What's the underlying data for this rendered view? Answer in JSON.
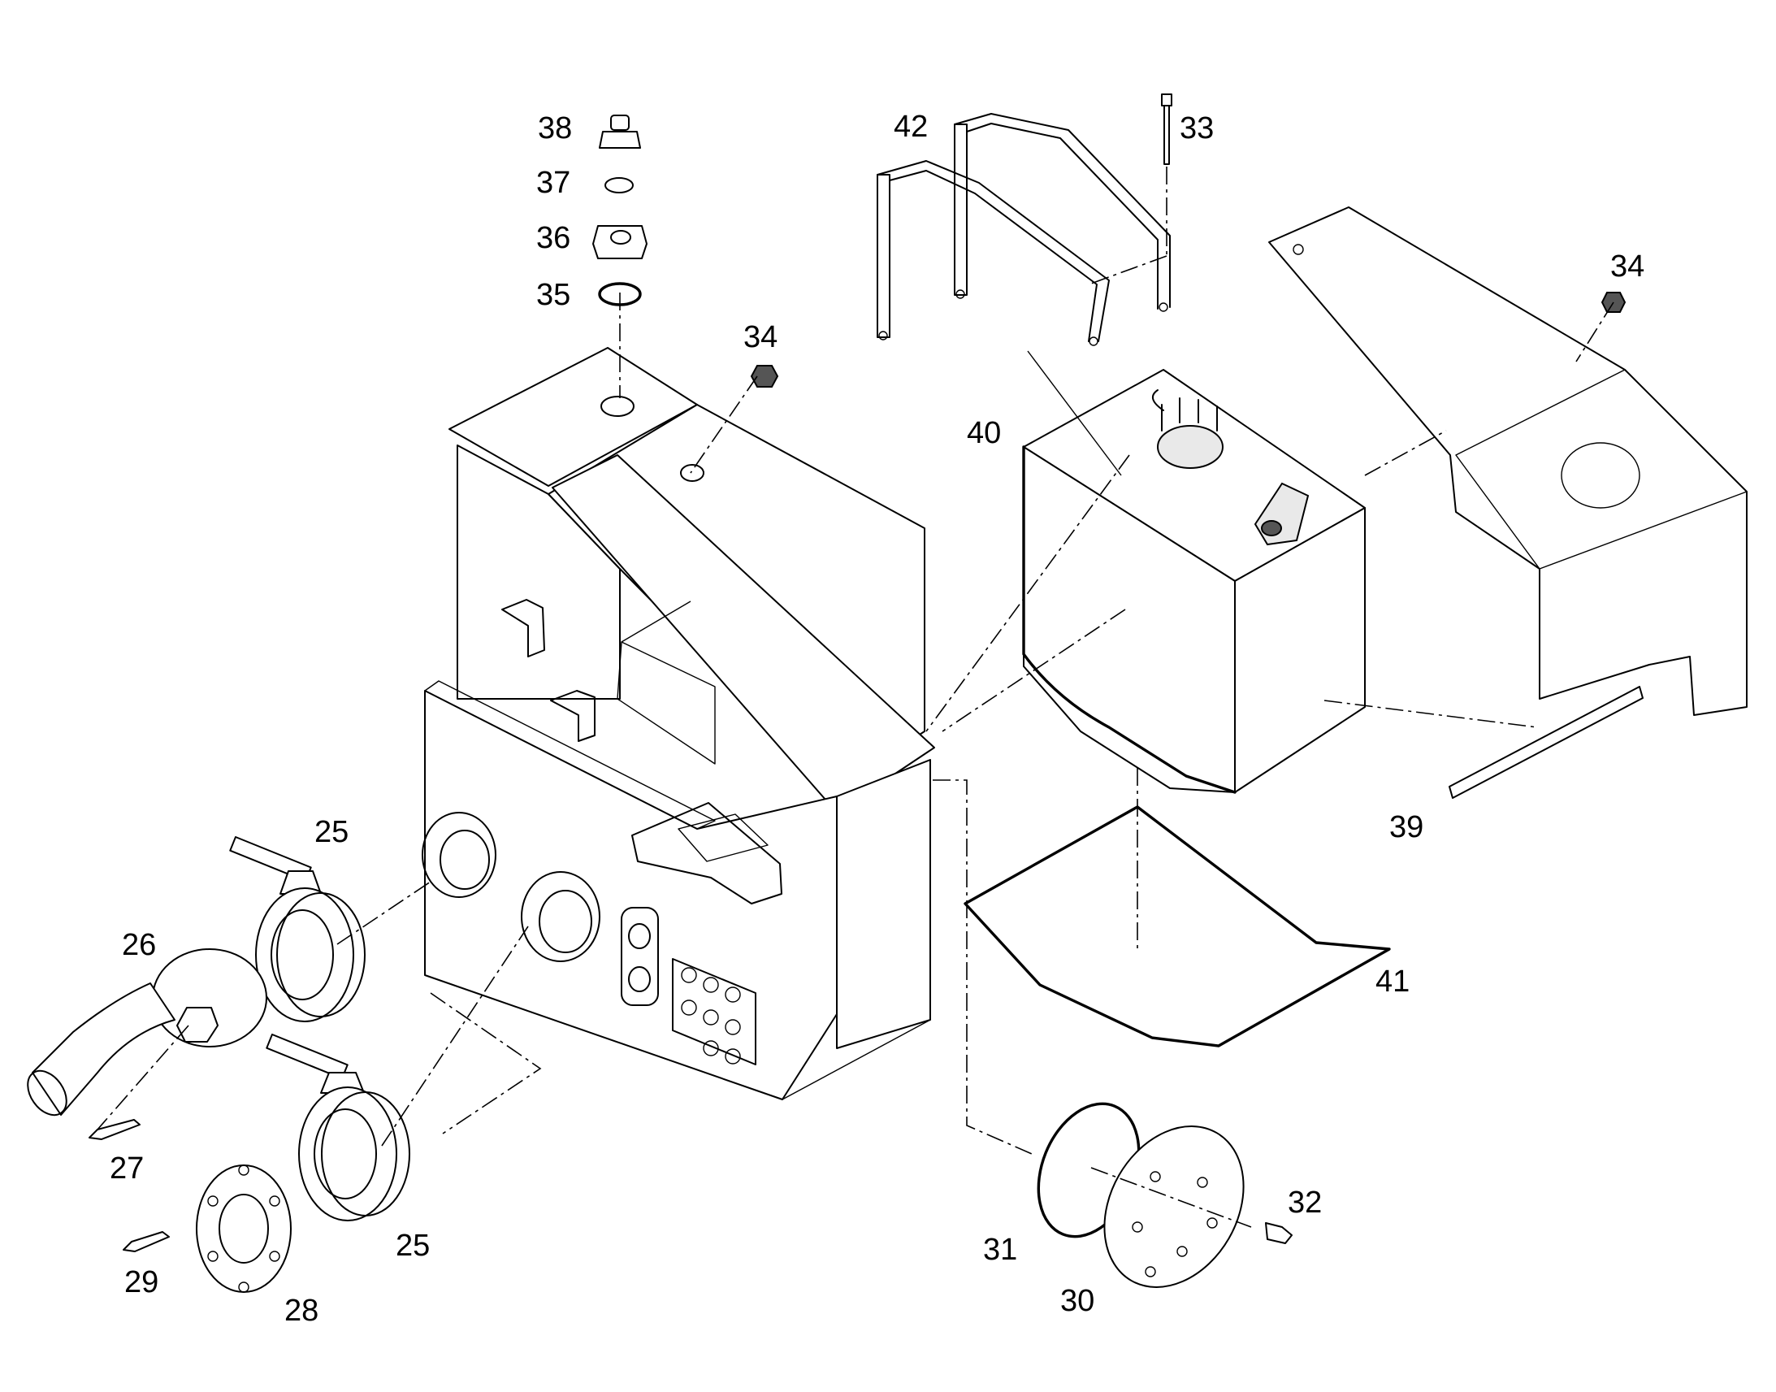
{
  "callouts": {
    "p25a": "25",
    "p25b": "25",
    "p26": "26",
    "p27": "27",
    "p28": "28",
    "p29": "29",
    "p30": "30",
    "p31": "31",
    "p32": "32",
    "p33": "33",
    "p34a": "34",
    "p34b": "34",
    "p35": "35",
    "p36": "36",
    "p37": "37",
    "p38": "38",
    "p39": "39",
    "p40": "40",
    "p41": "41",
    "p42": "42"
  }
}
